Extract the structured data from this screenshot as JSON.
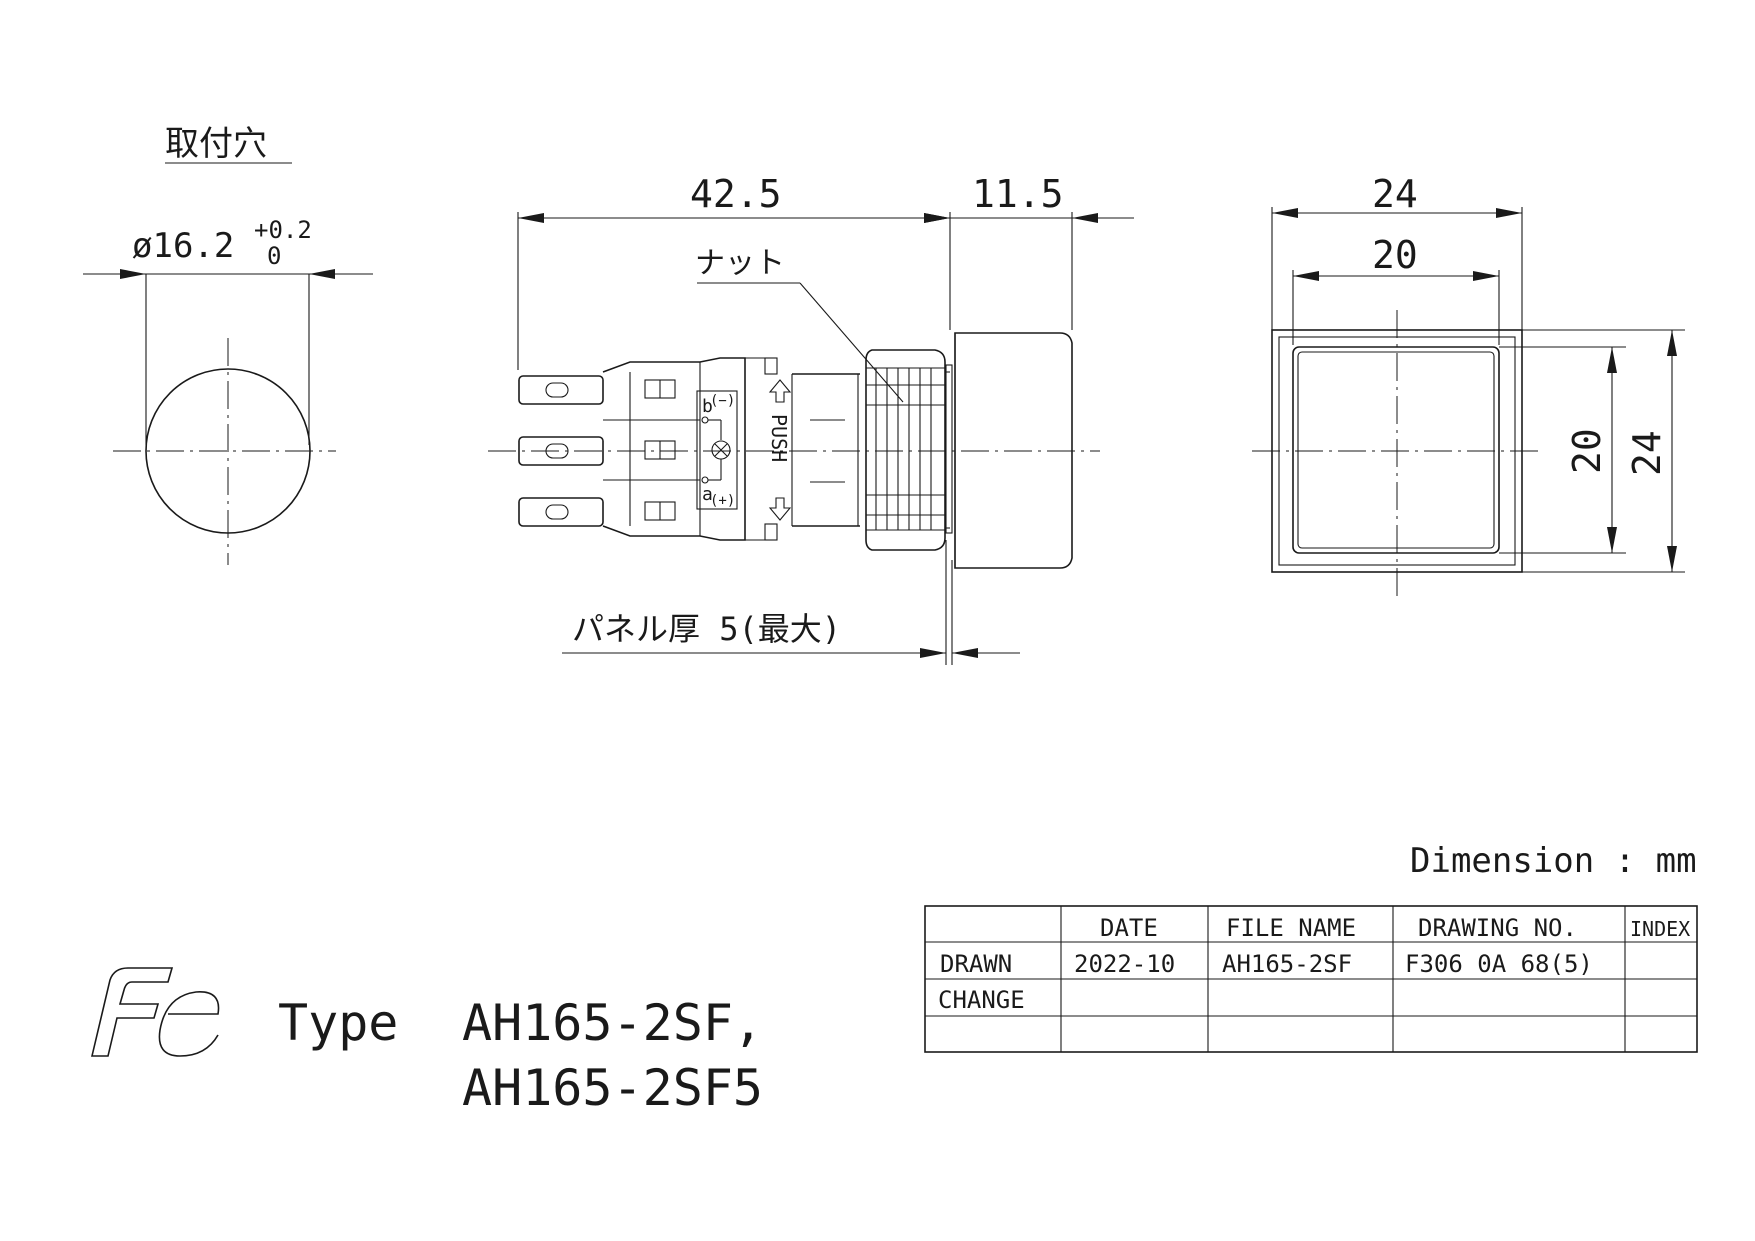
{
  "mounting_hole": {
    "title": "取付穴",
    "diameter": "ø16.2",
    "tol_upper": "+0.2",
    "tol_lower": "0"
  },
  "side_view": {
    "dim_length": "42.5",
    "dim_cap": "11.5",
    "nut_label": "ナット",
    "panel_label": "パネル厚 5(最大)",
    "push_label": "PUSH",
    "terminal_b": "b",
    "terminal_a": "a",
    "minus_label": "(−)",
    "plus_label": "(+)"
  },
  "front_view": {
    "dim_outer_w": "24",
    "dim_inner_w": "20",
    "dim_inner_h": "20",
    "dim_outer_h": "24"
  },
  "units": "Dimension : mm",
  "title_block": {
    "headers": [
      "",
      "DATE",
      "FILE NAME",
      "DRAWING NO.",
      "INDEX"
    ],
    "rows": [
      [
        "DRAWN",
        "2022-10",
        "AH165-2SF",
        "F306 0A 68(5)",
        ""
      ],
      [
        "CHANGE",
        "",
        "",
        "",
        ""
      ],
      [
        "",
        "",
        "",
        "",
        ""
      ]
    ]
  },
  "logo": "Fe",
  "type_label": "Type",
  "model_1": "AH165-2SF,",
  "model_2": "AH165-2SF5"
}
